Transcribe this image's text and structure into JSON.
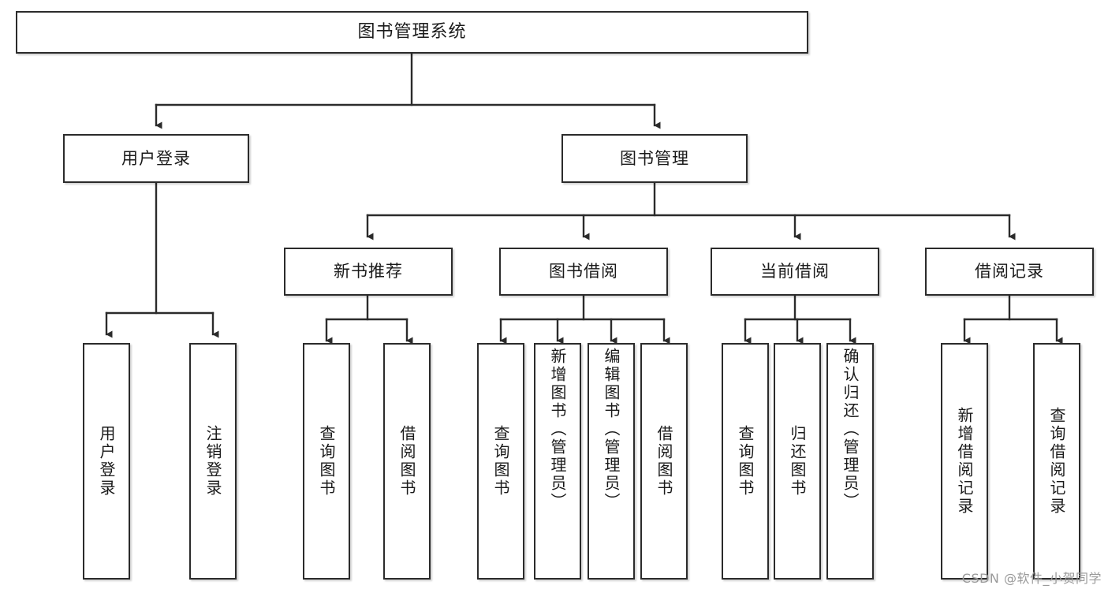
{
  "diagram": {
    "title": "图书管理系统",
    "type": "tree",
    "watermark": "CSDN @软件_小贺同学",
    "colors": {
      "box_border": "#2b2b2b",
      "box_fill": "#ffffff",
      "edge": "#2b2b2b",
      "watermark": "#9a9a9a",
      "background": "#ffffff"
    },
    "nodes": {
      "root": {
        "label": "图书管理系统"
      },
      "level1": [
        {
          "label": "用户登录"
        },
        {
          "label": "图书管理"
        }
      ],
      "level2": [
        {
          "label": "新书推荐"
        },
        {
          "label": "图书借阅"
        },
        {
          "label": "当前借阅"
        },
        {
          "label": "借阅记录"
        }
      ],
      "leaves": {
        "user_login": [
          {
            "label": "用户登录"
          },
          {
            "label": "注销登录"
          }
        ],
        "new_book": [
          {
            "label": "查询图书"
          },
          {
            "label": "借阅图书"
          }
        ],
        "borrow_book": [
          {
            "label": "查询图书"
          },
          {
            "label": "新增图书（管理员）"
          },
          {
            "label": "编辑图书（管理员）"
          },
          {
            "label": "借阅图书"
          }
        ],
        "current_borrow": [
          {
            "label": "查询图书"
          },
          {
            "label": "归还图书"
          },
          {
            "label": "确认归还（管理员）"
          }
        ],
        "borrow_record": [
          {
            "label": "新增借阅记录"
          },
          {
            "label": "查询借阅记录"
          }
        ]
      }
    }
  }
}
